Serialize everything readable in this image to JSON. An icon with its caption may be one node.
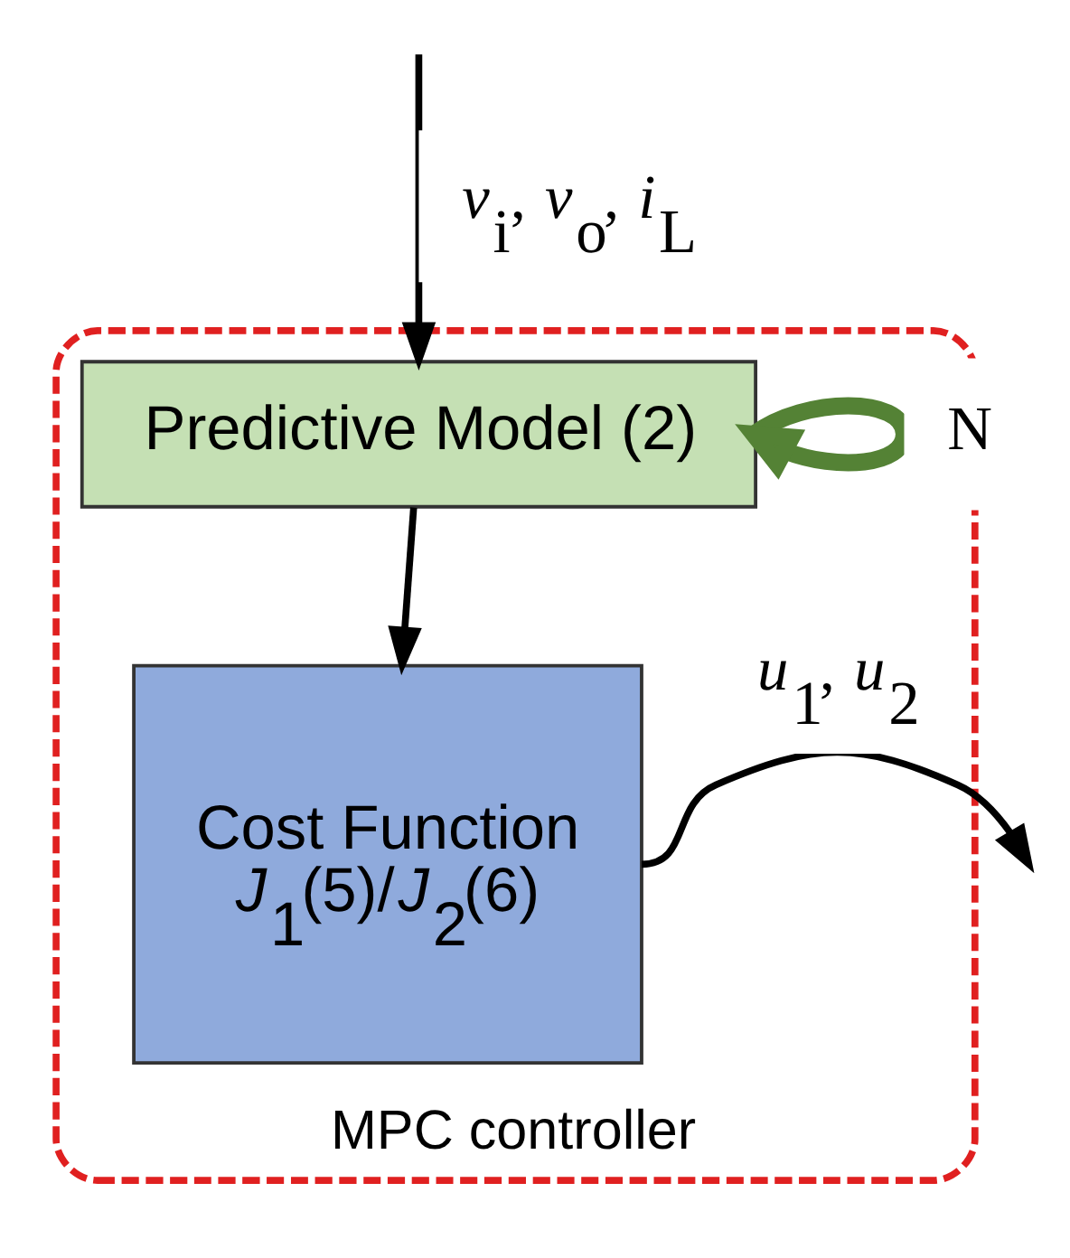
{
  "diagram": {
    "nodes": [
      {
        "text": [
          "MPC controller"
        ]
      },
      {
        "text": [
          "Predictive Model (2)"
        ],
        "in": 0
      },
      {
        "text": [
          "Cost Function",
          "*J*$_{1}$(5)/*J*$_{2}$(6)"
        ],
        "in": 0
      }
    ],
    "edges": [
      {
        "from": null,
        "to": 1,
        "arrow": "to",
        "label": "*v*$_{i}$, *v*$_{o}$, *i*$_{L}$"
      },
      {
        "from": 1,
        "to": 1,
        "arrow": "to",
        "label": "N",
        "style": "thick",
        "color": "#548235"
      },
      {
        "from": 1,
        "to": 2,
        "arrow": "to"
      },
      {
        "from": 2,
        "to": null,
        "arrow": "to",
        "label": "*u*$_{1}$, *u*$_{2}$"
      }
    ]
  }
}
